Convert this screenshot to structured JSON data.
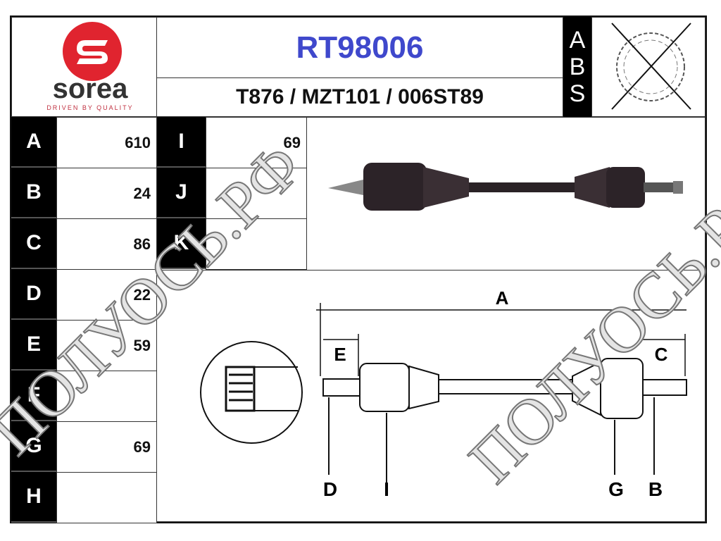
{
  "brand": {
    "name": "sorea",
    "tagline": "DRIVEN BY QUALITY",
    "color": "#e0242f"
  },
  "header": {
    "part_number": "RT98006",
    "cross_refs": "T876 / MZT101 / 006ST89",
    "part_number_color": "#3f48cc"
  },
  "abs": {
    "letters": [
      "A",
      "B",
      "S"
    ],
    "icon": "abs-ring-crossed-icon",
    "present": false
  },
  "dimensions_left": [
    {
      "label": "A",
      "value": "610"
    },
    {
      "label": "B",
      "value": "24"
    },
    {
      "label": "C",
      "value": "86"
    },
    {
      "label": "D",
      "value": "22"
    },
    {
      "label": "E",
      "value": "59"
    },
    {
      "label": "F",
      "value": ""
    },
    {
      "label": "G",
      "value": "69"
    },
    {
      "label": "H",
      "value": ""
    }
  ],
  "dimensions_right": [
    {
      "label": "I",
      "value": "69"
    },
    {
      "label": "J",
      "value": ""
    },
    {
      "label": "K",
      "value": ""
    }
  ],
  "diagram_labels": {
    "a": "A",
    "e": "E",
    "c": "C",
    "d": "D",
    "i": "I",
    "g": "G",
    "b": "B"
  },
  "watermark": "ПОЛУОСЬ.РФ"
}
